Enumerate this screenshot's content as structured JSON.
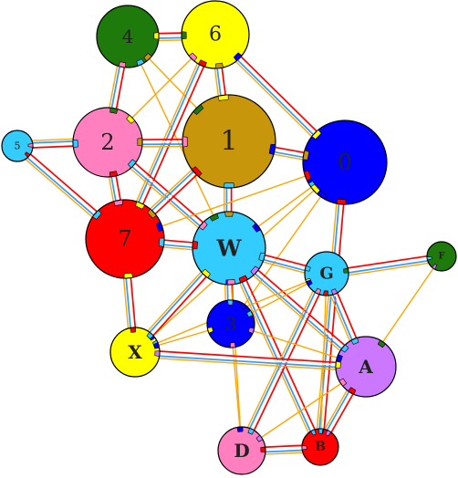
{
  "colors": {
    "edge_orange": "#FFA500",
    "edge_red": "#FF0000",
    "edge_blue": "#3399FF",
    "edge_white": "#FFFFFF",
    "outline": "#000000"
  },
  "nodes": [
    {
      "id": "4",
      "label": "4",
      "fill": "#1E7A0A"
    },
    {
      "id": "6",
      "label": "6",
      "fill": "#FFFF00"
    },
    {
      "id": "1",
      "label": "1",
      "fill": "#C8960A"
    },
    {
      "id": "0",
      "label": "0",
      "fill": "#0000FF"
    },
    {
      "id": "5",
      "label": "5",
      "fill": "#33CCFF"
    },
    {
      "id": "2",
      "label": "2",
      "fill": "#FF7FBF"
    },
    {
      "id": "7",
      "label": "7",
      "fill": "#FF0000"
    },
    {
      "id": "W",
      "label": "W",
      "fill": "#33CCFF"
    },
    {
      "id": "G",
      "label": "G",
      "fill": "#33CCFF"
    },
    {
      "id": "F",
      "label": "F",
      "fill": "#1E7A0A"
    },
    {
      "id": "3",
      "label": "3",
      "fill": "#0000FF"
    },
    {
      "id": "X",
      "label": "X",
      "fill": "#FFFF00"
    },
    {
      "id": "A",
      "label": "A",
      "fill": "#CC77FF"
    },
    {
      "id": "D",
      "label": "D",
      "fill": "#FF7FBF"
    },
    {
      "id": "B",
      "label": "B",
      "fill": "#FF0000"
    }
  ],
  "edges": [
    {
      "from": "4",
      "to": "6",
      "style": "triple"
    },
    {
      "from": "4",
      "to": "2",
      "style": "triple"
    },
    {
      "from": "4",
      "to": "1",
      "style": "orange"
    },
    {
      "from": "4",
      "to": "W",
      "style": "orange"
    },
    {
      "from": "6",
      "to": "1",
      "style": "triple"
    },
    {
      "from": "6",
      "to": "2",
      "style": "orange"
    },
    {
      "from": "6",
      "to": "7",
      "style": "triple"
    },
    {
      "from": "6",
      "to": "0",
      "style": "triple"
    },
    {
      "from": "2",
      "to": "1",
      "style": "triple"
    },
    {
      "from": "2",
      "to": "5",
      "style": "triple"
    },
    {
      "from": "2",
      "to": "7",
      "style": "triple"
    },
    {
      "from": "2",
      "to": "W",
      "style": "triple"
    },
    {
      "from": "1",
      "to": "0",
      "style": "triple"
    },
    {
      "from": "1",
      "to": "7",
      "style": "triple"
    },
    {
      "from": "1",
      "to": "W",
      "style": "triple"
    },
    {
      "from": "5",
      "to": "7",
      "style": "triple"
    },
    {
      "from": "7",
      "to": "W",
      "style": "triple"
    },
    {
      "from": "7",
      "to": "0",
      "style": "orange"
    },
    {
      "from": "7",
      "to": "X",
      "style": "triple"
    },
    {
      "from": "0",
      "to": "W",
      "style": "orange"
    },
    {
      "from": "0",
      "to": "3",
      "style": "orange"
    },
    {
      "from": "0",
      "to": "X",
      "style": "orange"
    },
    {
      "from": "0",
      "to": "B",
      "style": "triple"
    },
    {
      "from": "W",
      "to": "3",
      "style": "triple"
    },
    {
      "from": "W",
      "to": "G",
      "style": "triple"
    },
    {
      "from": "W",
      "to": "A",
      "style": "triple"
    },
    {
      "from": "W",
      "to": "X",
      "style": "triple"
    },
    {
      "from": "W",
      "to": "D",
      "style": "orange"
    },
    {
      "from": "W",
      "to": "B",
      "style": "triple"
    },
    {
      "from": "G",
      "to": "F",
      "style": "triple"
    },
    {
      "from": "G",
      "to": "A",
      "style": "triple"
    },
    {
      "from": "G",
      "to": "X",
      "style": "orange"
    },
    {
      "from": "G",
      "to": "3",
      "style": "orange"
    },
    {
      "from": "G",
      "to": "D",
      "style": "triple"
    },
    {
      "from": "G",
      "to": "B",
      "style": "orange"
    },
    {
      "from": "F",
      "to": "A",
      "style": "orange"
    },
    {
      "from": "3",
      "to": "A",
      "style": "orange"
    },
    {
      "from": "3",
      "to": "D",
      "style": "orange"
    },
    {
      "from": "3",
      "to": "X",
      "style": "orange"
    },
    {
      "from": "X",
      "to": "A",
      "style": "triple"
    },
    {
      "from": "A",
      "to": "D",
      "style": "orange"
    },
    {
      "from": "A",
      "to": "B",
      "style": "triple"
    },
    {
      "from": "D",
      "to": "B",
      "style": "triple"
    }
  ]
}
